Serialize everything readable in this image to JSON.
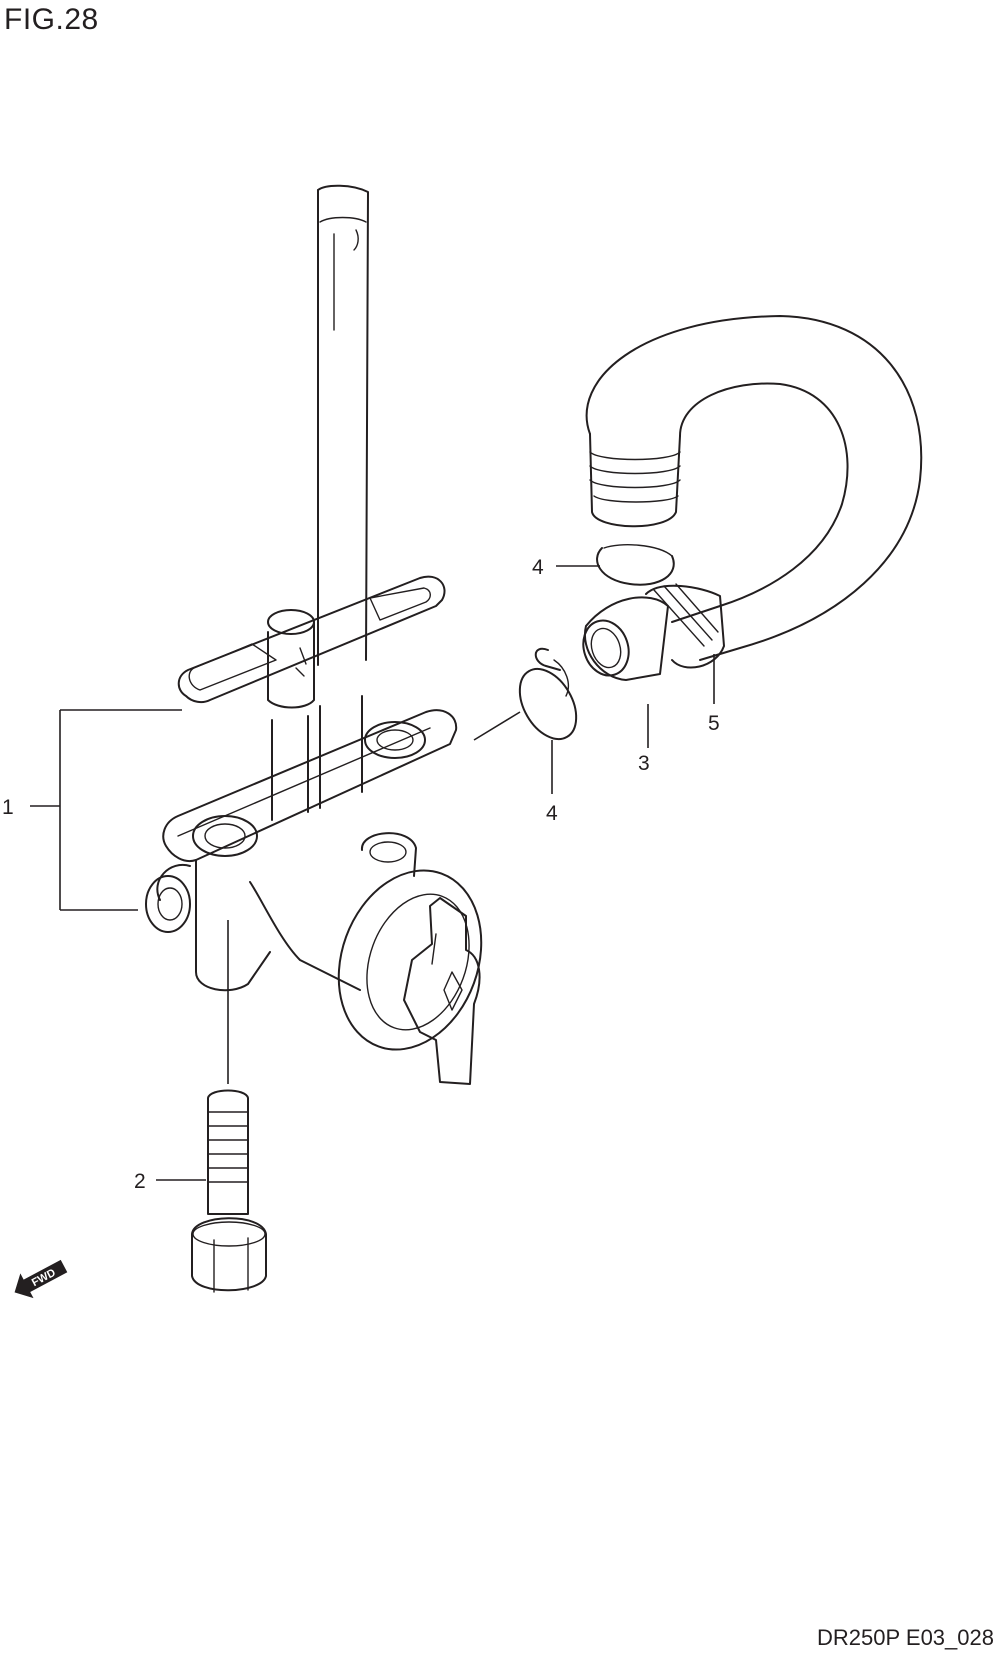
{
  "figure": {
    "title": "FIG.28",
    "drawing_code": "DR250P E03_028"
  },
  "callouts": [
    {
      "number": "1",
      "part": "fuel cock assembly"
    },
    {
      "number": "2",
      "part": "bolt"
    },
    {
      "number": "3",
      "part": "hose"
    },
    {
      "number": "4",
      "part": "clip"
    },
    {
      "number": "4",
      "part": "clip"
    },
    {
      "number": "5",
      "part": "hose cover"
    }
  ],
  "fwd_marker": {
    "label": "FWD",
    "icon": "fwd-arrow-icon"
  }
}
